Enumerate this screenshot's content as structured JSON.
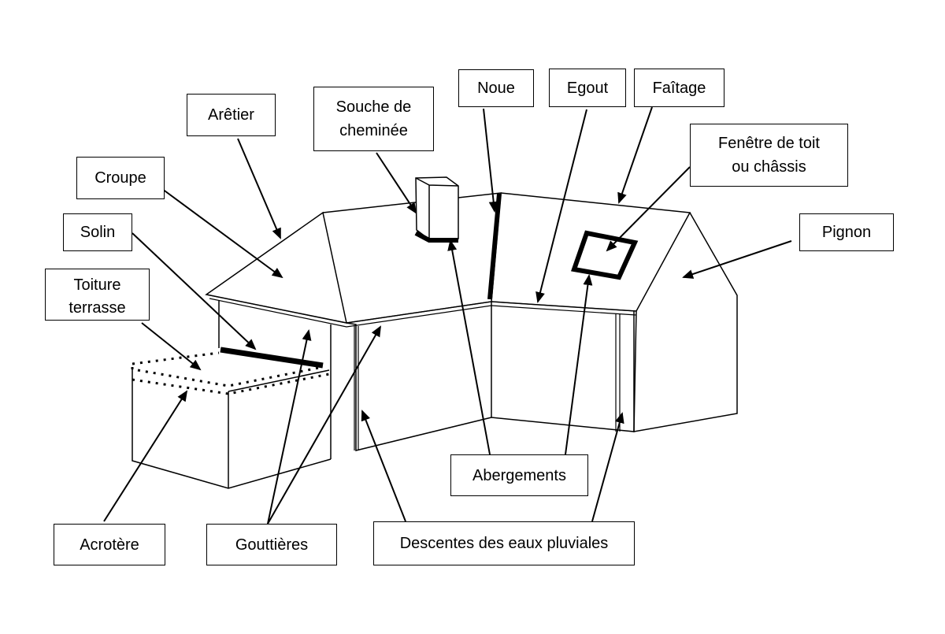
{
  "labels": {
    "aretier": "Arêtier",
    "souche": "Souche de\ncheminée",
    "noue": "Noue",
    "egout": "Egout",
    "faitage": "Faîtage",
    "fenetre": "Fenêtre de toit\nou châssis",
    "croupe": "Croupe",
    "solin": "Solin",
    "pignon": "Pignon",
    "toiture": "Toiture\nterrasse",
    "abergements": "Abergements",
    "acrotere": "Acrotère",
    "gouttieres": "Gouttières",
    "descentes": "Descentes des eaux pluviales"
  }
}
